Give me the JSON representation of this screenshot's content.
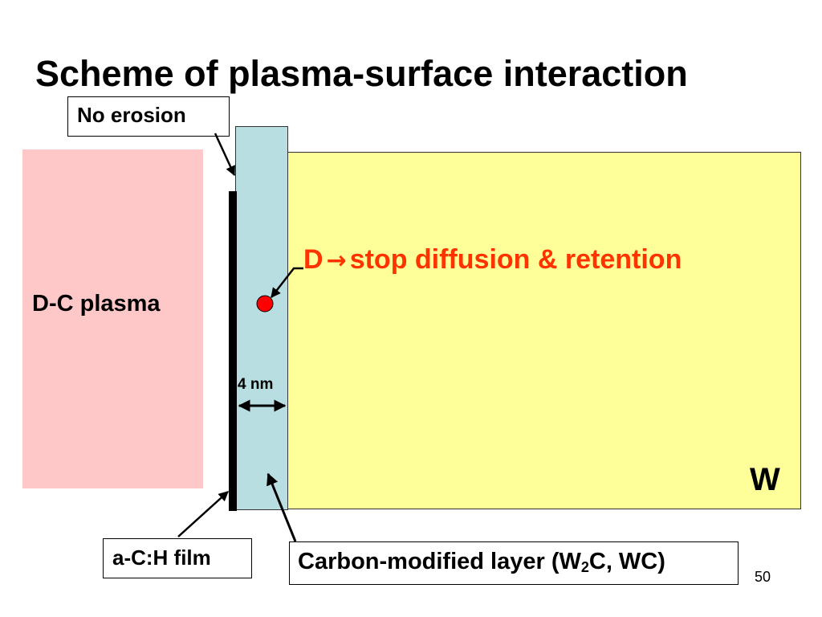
{
  "title": "Scheme of plasma-surface interaction",
  "regions": {
    "plasma": "D-C plasma",
    "bulk": "W"
  },
  "labels": {
    "no_erosion": "No erosion",
    "film": "a-C:H film",
    "carbon_layer_prefix": "Carbon-modified layer (W",
    "carbon_layer_sub": "2",
    "carbon_layer_suffix": "C, WC)",
    "deuterium_symbol": "D",
    "deuterium_arrow": "→",
    "deuterium_text": "stop diffusion & retention",
    "thickness": "4 nm"
  },
  "page_number": "50",
  "colors": {
    "plasma": "#ffc8c8",
    "bulk": "#ffff99",
    "layer": "#b9dee2",
    "film": "#000000",
    "deuterium": "#ff3300",
    "particle": "#ff0000"
  }
}
